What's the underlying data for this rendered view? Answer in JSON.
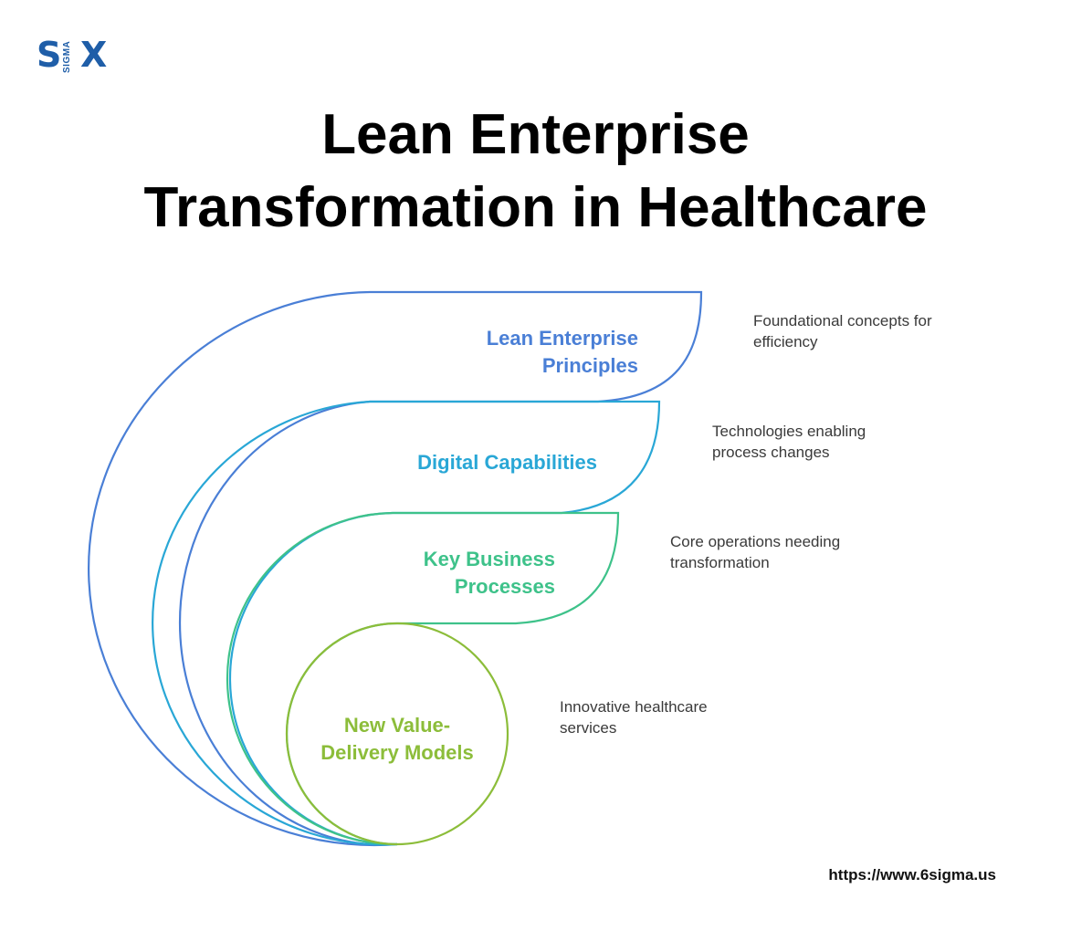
{
  "logo": {
    "letters_left": "S",
    "letters_right": "X",
    "vertical_text": "SIGMA",
    "color": "#1f5ea8"
  },
  "header": {
    "title_line1": "Lean Enterprise",
    "title_line2": "Transformation in Healthcare"
  },
  "layers": [
    {
      "label_lines": [
        "Lean Enterprise",
        "Principles"
      ],
      "description_lines": [
        "Foundational concepts for",
        "efficiency"
      ],
      "color": "#4a7fd6"
    },
    {
      "label_lines": [
        "Digital Capabilities"
      ],
      "description_lines": [
        "Technologies enabling",
        "process changes"
      ],
      "color": "#29a7d6"
    },
    {
      "label_lines": [
        "Key Business",
        "Processes"
      ],
      "description_lines": [
        "Core operations needing",
        "transformation"
      ],
      "color": "#3ec28a"
    },
    {
      "label_lines": [
        "New Value-",
        "Delivery Models"
      ],
      "description_lines": [
        "Innovative healthcare",
        "services"
      ],
      "color": "#8cbd3a"
    }
  ],
  "footer": {
    "url": "https://www.6sigma.us"
  }
}
